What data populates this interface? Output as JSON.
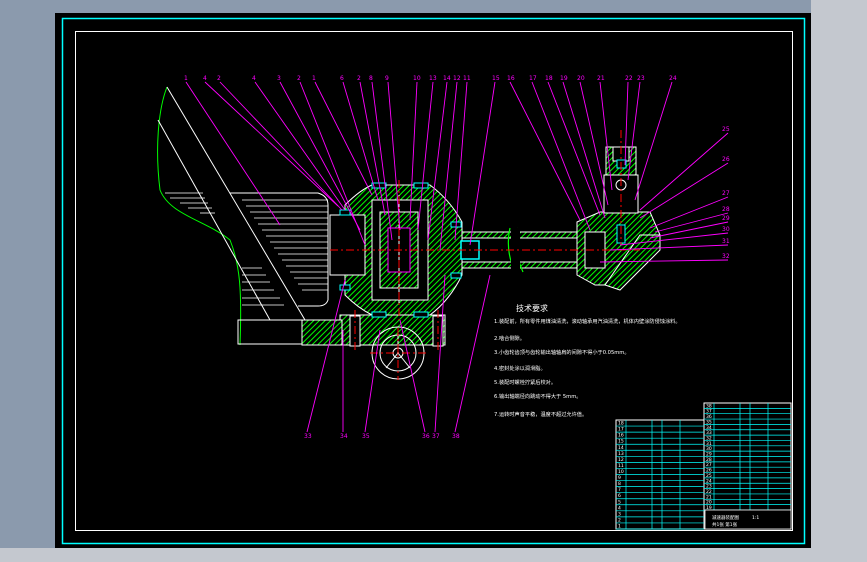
{
  "drawing": {
    "type": "mechanical assembly drawing",
    "colors": {
      "background": "#000000",
      "outer_frame": "#00ffff",
      "inner_frame": "#ffffff",
      "outline": "#ffffff",
      "hatch": "#00ff00",
      "centerline": "#ff0000",
      "leader": "#ff00ff",
      "table_grid": "#00ffff"
    },
    "balloons_top": [
      "1",
      "4",
      "2",
      "4",
      "3",
      "2",
      "1",
      "6",
      "2",
      "8",
      "9",
      "10",
      "13",
      "14",
      "12",
      "11",
      "15",
      "16",
      "17",
      "18",
      "19",
      "20",
      "21",
      "22",
      "23",
      "24"
    ],
    "balloons_right": [
      "25",
      "26",
      "27",
      "28",
      "29",
      "30",
      "31",
      "32"
    ],
    "balloons_bottom": [
      "33",
      "34",
      "35",
      "36",
      "37",
      "38"
    ]
  },
  "tech_requirements": {
    "title": "技术要求",
    "items": [
      "1.装配前，所有零件用煤油清洗，滚动轴承用汽油清洗，机体内壁涂防侵蚀涂料。",
      "2.啮合侧隙。",
      "3.小齿轮齿顶与齿轮输出轴轴肩的间隙不得小于0.05mm。",
      "4.密封处涂以润滑脂。",
      "5.装配时螺栓拧紧后校对。",
      "6.输出轴端径向跳动不得大于 5mm。",
      "7.运转时声音平稳，温度不超过允许值。"
    ]
  },
  "parts_table": {
    "left_rows": [
      "18",
      "17",
      "16",
      "15",
      "14",
      "13",
      "12",
      "11",
      "10",
      "9",
      "8",
      "7",
      "6",
      "5",
      "4",
      "3",
      "2",
      "1"
    ],
    "right_rows": [
      "38",
      "37",
      "36",
      "35",
      "34",
      "33",
      "32",
      "31",
      "30",
      "29",
      "28",
      "27",
      "26",
      "25",
      "24",
      "23",
      "22",
      "21",
      "20",
      "19"
    ],
    "title_block": {
      "name": "减速器装配图",
      "scale": "1:1",
      "sheet": "共1张 第1张"
    }
  }
}
